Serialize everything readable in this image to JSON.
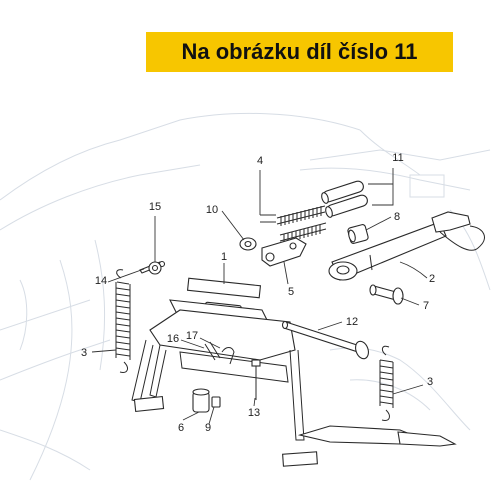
{
  "banner": {
    "text": "Na obrázku díl číslo 11",
    "color": "#f7c600"
  },
  "callouts": {
    "c1": "1",
    "c2": "2",
    "c3a": "3",
    "c3b": "3",
    "c4": "4",
    "c5": "5",
    "c6": "6",
    "c7": "7",
    "c8": "8",
    "c9": "9",
    "c10": "10",
    "c11": "11",
    "c12": "12",
    "c13": "13",
    "c14": "14",
    "c15": "15",
    "c16": "16",
    "c17": "17"
  }
}
